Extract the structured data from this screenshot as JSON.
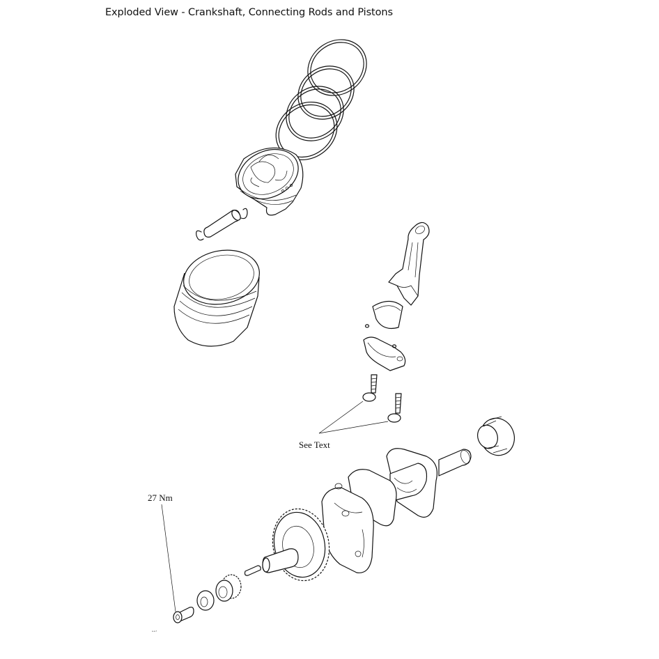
{
  "title": "Exploded View - Crankshaft, Connecting Rods and Pistons",
  "callouts": {
    "see_text": "See Text",
    "torque": "27 Nm"
  },
  "ref_code": "a·a·f",
  "colors": {
    "line": "#111111",
    "background": "#ffffff",
    "shade": "#e6e6e6"
  }
}
